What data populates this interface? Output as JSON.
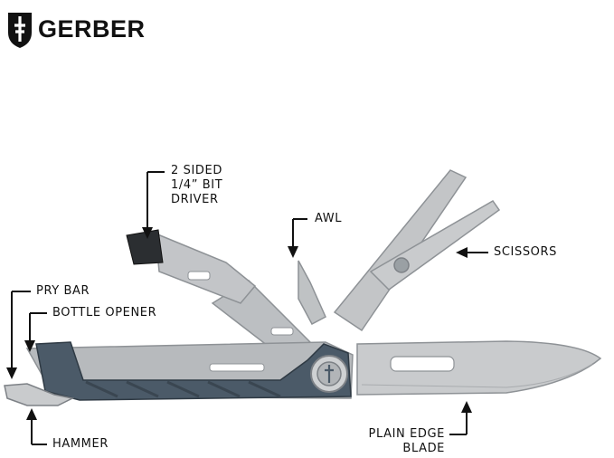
{
  "brand": {
    "name": "GERBER",
    "logo_icon": "gerber-shield-logo-icon"
  },
  "callouts": {
    "bit_driver": [
      "2 SIDED",
      "1/4” BIT",
      "DRIVER"
    ],
    "awl": "AWL",
    "scissors": "SCISSORS",
    "pry_bar": "PRY BAR",
    "bottle_opener": "BOTTLE OPENER",
    "hammer": "HAMMER",
    "blade": [
      "PLAIN EDGE",
      "BLADE"
    ]
  },
  "colors": {
    "handle": "#4b5a68",
    "steel": "#c9cbcd",
    "steel_dark": "#8e9296",
    "ink": "#111111"
  }
}
